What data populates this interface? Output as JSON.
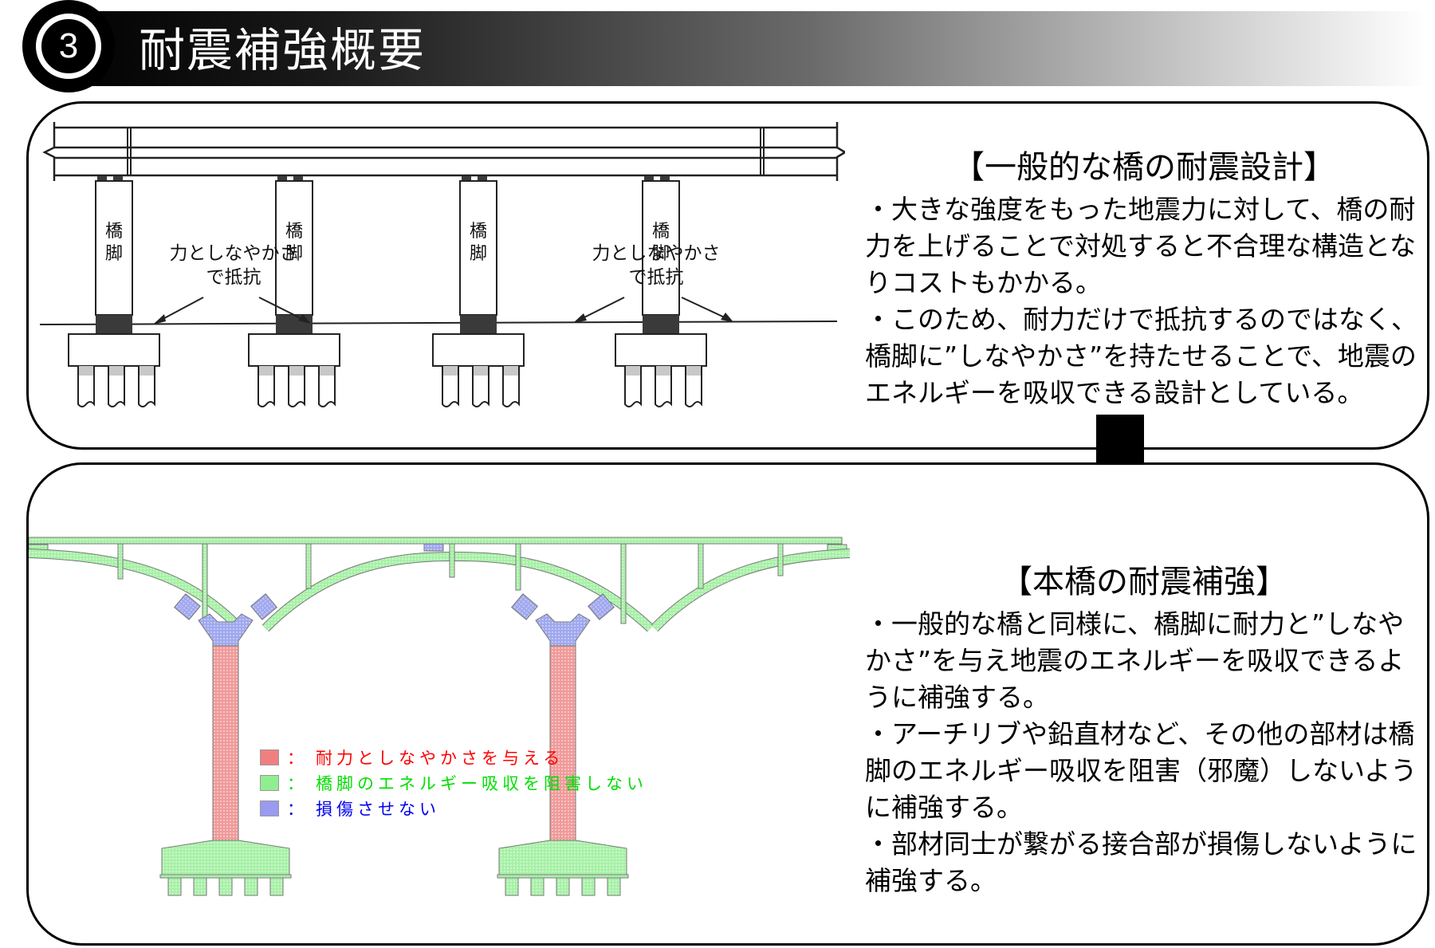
{
  "header": {
    "number": "3",
    "title": "耐震補強概要"
  },
  "general_design": {
    "heading": "【一般的な橋の耐震設計】",
    "paragraphs": [
      "・大きな強度をもった地震力に対して、橋の耐力を上げることで対処すると不合理な構造となりコストもかかる。",
      "・このため、耐力だけで抵抗するのではなく、橋脚に”しなやかさ”を持たせることで、地震のエネルギーを吸収できる設計としている。"
    ],
    "diagram": {
      "pier_label": "橋脚",
      "annotation_line1": "力としなやかさ",
      "annotation_line2": "で抵抗"
    }
  },
  "this_bridge": {
    "heading": "【本橋の耐震補強】",
    "paragraphs": [
      "・一般的な橋と同様に、橋脚に耐力と”しなやかさ”を与え地震のエネルギーを吸収できるように補強する。",
      "・アーチリブや鉛直材など、その他の部材は橋脚のエネルギー吸収を阻害（邪魔）しないように補強する。",
      "・部材同士が繋がる接合部が損傷しないように補強する。"
    ],
    "legend": [
      {
        "label": "耐力としなやかさを与える",
        "color": "#f08080",
        "text_color": "#ff0000"
      },
      {
        "label": "橋脚のエネルギー吸収を阻害しない",
        "color": "#90ee90",
        "text_color": "#00e000"
      },
      {
        "label": "損傷させない",
        "color": "#9a9af0",
        "text_color": "#0000ee"
      }
    ],
    "legend_separator": "："
  },
  "colors": {
    "red_zone": "#f2a0a0",
    "green_zone": "#a8f0a8",
    "blue_zone": "#aab0f0",
    "outline": "#777777",
    "pier_dark": "#3a3a3a",
    "pile_band": "#c8c8c8"
  }
}
